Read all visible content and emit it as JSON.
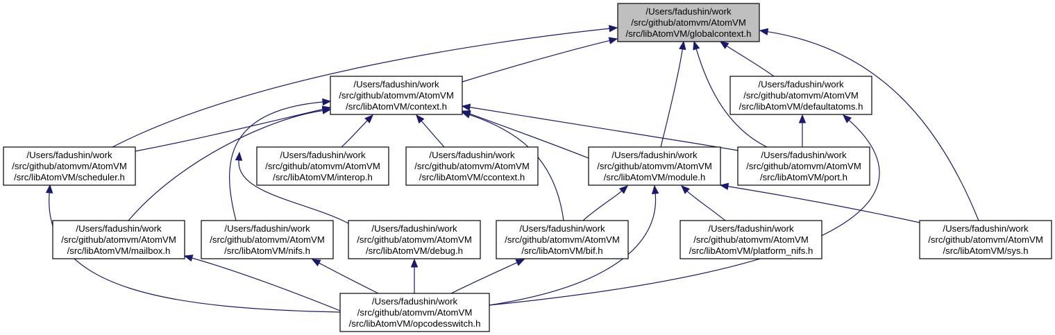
{
  "graph": {
    "edge_color": "#191970",
    "highlight_fill": "#bfbfbf",
    "node_fill": "#ffffff",
    "nodes": [
      {
        "id": "globalcontext",
        "lines": [
          "/Users/fadushin/work",
          "/src/github/atomvm/AtomVM",
          "/src/libAtomVM/globalcontext.h"
        ],
        "highlighted": true
      },
      {
        "id": "context",
        "lines": [
          "/Users/fadushin/work",
          "/src/github/atomvm/AtomVM",
          "/src/libAtomVM/context.h"
        ]
      },
      {
        "id": "defaultatoms",
        "lines": [
          "/Users/fadushin/work",
          "/src/github/atomvm/AtomVM",
          "/src/libAtomVM/defaultatoms.h"
        ]
      },
      {
        "id": "scheduler",
        "lines": [
          "/Users/fadushin/work",
          "/src/github/atomvm/AtomVM",
          "/src/libAtomVM/scheduler.h"
        ]
      },
      {
        "id": "interop",
        "lines": [
          "/Users/fadushin/work",
          "/src/github/atomvm/AtomVM",
          "/src/libAtomVM/interop.h"
        ]
      },
      {
        "id": "ccontext",
        "lines": [
          "/Users/fadushin/work",
          "/src/github/atomvm/AtomVM",
          "/src/libAtomVM/ccontext.h"
        ]
      },
      {
        "id": "module",
        "lines": [
          "/Users/fadushin/work",
          "/src/github/atomvm/AtomVM",
          "/src/libAtomVM/module.h"
        ]
      },
      {
        "id": "port",
        "lines": [
          "/Users/fadushin/work",
          "/src/github/atomvm/AtomVM",
          "/src/libAtomVM/port.h"
        ]
      },
      {
        "id": "mailbox",
        "lines": [
          "/Users/fadushin/work",
          "/src/github/atomvm/AtomVM",
          "/src/libAtomVM/mailbox.h"
        ]
      },
      {
        "id": "nifs",
        "lines": [
          "/Users/fadushin/work",
          "/src/github/atomvm/AtomVM",
          "/src/libAtomVM/nifs.h"
        ]
      },
      {
        "id": "debug",
        "lines": [
          "/Users/fadushin/work",
          "/src/github/atomvm/AtomVM",
          "/src/libAtomVM/debug.h"
        ]
      },
      {
        "id": "bif",
        "lines": [
          "/Users/fadushin/work",
          "/src/github/atomvm/AtomVM",
          "/src/libAtomVM/bif.h"
        ]
      },
      {
        "id": "platform_nifs",
        "lines": [
          "/Users/fadushin/work",
          "/src/github/atomvm/AtomVM",
          "/src/libAtomVM/platform_nifs.h"
        ]
      },
      {
        "id": "sys",
        "lines": [
          "/Users/fadushin/work",
          "/src/github/atomvm/AtomVM",
          "/src/libAtomVM/sys.h"
        ]
      },
      {
        "id": "opcodesswitch",
        "lines": [
          "/Users/fadushin/work",
          "/src/github/atomvm/AtomVM",
          "/src/libAtomVM/opcodesswitch.h"
        ]
      }
    ],
    "edges": [
      {
        "from": "scheduler",
        "to": "globalcontext"
      },
      {
        "from": "context",
        "to": "globalcontext"
      },
      {
        "from": "module",
        "to": "globalcontext"
      },
      {
        "from": "port",
        "to": "globalcontext"
      },
      {
        "from": "defaultatoms",
        "to": "globalcontext"
      },
      {
        "from": "sys",
        "to": "globalcontext"
      },
      {
        "from": "scheduler",
        "to": "context"
      },
      {
        "from": "mailbox",
        "to": "context"
      },
      {
        "from": "nifs",
        "to": "context"
      },
      {
        "from": "debug",
        "to": "context"
      },
      {
        "from": "interop",
        "to": "context"
      },
      {
        "from": "ccontext",
        "to": "context"
      },
      {
        "from": "module",
        "to": "context"
      },
      {
        "from": "port",
        "to": "context"
      },
      {
        "from": "bif",
        "to": "context"
      },
      {
        "from": "port",
        "to": "defaultatoms"
      },
      {
        "from": "opcodesswitch",
        "to": "defaultatoms"
      },
      {
        "from": "opcodesswitch",
        "to": "scheduler"
      },
      {
        "from": "bif",
        "to": "module"
      },
      {
        "from": "platform_nifs",
        "to": "module"
      },
      {
        "from": "sys",
        "to": "module"
      },
      {
        "from": "opcodesswitch",
        "to": "module"
      },
      {
        "from": "opcodesswitch",
        "to": "mailbox"
      },
      {
        "from": "opcodesswitch",
        "to": "nifs"
      },
      {
        "from": "opcodesswitch",
        "to": "debug"
      },
      {
        "from": "opcodesswitch",
        "to": "bif"
      }
    ]
  }
}
